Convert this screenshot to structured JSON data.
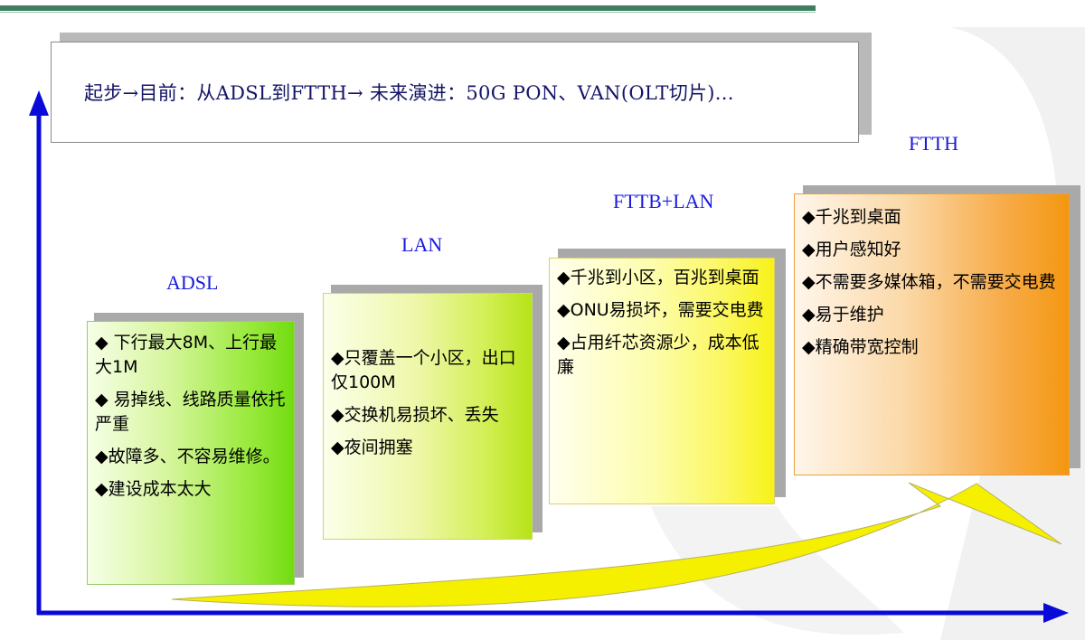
{
  "banner": "起步→目前：从ADSL到FTTH→ 未来演进：50G PON、VAN(OLT切片)...",
  "stages": [
    {
      "title": "ADSL",
      "items": [
        "◆ 下行最大8M、上行最大1M",
        "◆ 易掉线、线路质量依托严重",
        "◆故障多、不容易维修。",
        "◆建设成本太大"
      ]
    },
    {
      "title": "LAN",
      "items": [
        "◆只覆盖一个小区，出口仅100M",
        "◆交换机易损坏、丢失",
        "◆夜间拥塞"
      ]
    },
    {
      "title": "FTTB+LAN",
      "items": [
        "◆千兆到小区，百兆到桌面",
        "◆ONU易损坏，需要交电费",
        "◆占用纤芯资源少，成本低廉"
      ]
    },
    {
      "title": "FTTH",
      "items": [
        "◆千兆到桌面",
        "◆用户感知好",
        "◆不需要多媒体箱，不需要交电费",
        "◆易于维护",
        "◆精确带宽控制"
      ]
    }
  ],
  "colors": {
    "axis": "#0a0ad8",
    "title": "#1a1ae0",
    "arrow": "#f4f000",
    "adsl_card": "#8fe632",
    "lan_card": "#d3ef55",
    "fttb_card": "#f7f218",
    "ftth_card": "#f49710"
  }
}
